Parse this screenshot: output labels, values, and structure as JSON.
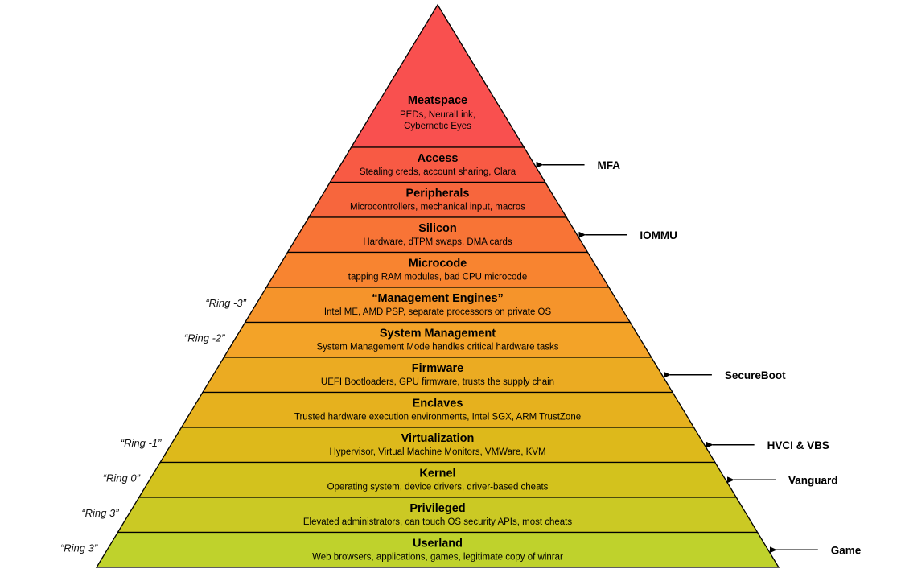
{
  "layers": [
    {
      "title": "Meatspace",
      "desc": [
        "PEDs, NeuralLink,",
        "Cybernetic Eyes"
      ],
      "color": "#f9504f"
    },
    {
      "title": "Access",
      "desc": [
        "Stealing creds, account sharing, Clara"
      ],
      "color": "#f85a44"
    },
    {
      "title": "Peripherals",
      "desc": [
        "Microcontrollers, mechanical input, macros"
      ],
      "color": "#f7663d"
    },
    {
      "title": "Silicon",
      "desc": [
        "Hardware, dTPM swaps, DMA cards"
      ],
      "color": "#f87436"
    },
    {
      "title": "Microcode",
      "desc": [
        "tapping RAM modules, bad CPU microcode"
      ],
      "color": "#f88430"
    },
    {
      "title": "“Management Engines”",
      "desc": [
        "Intel ME, AMD PSP, separate processors on private OS"
      ],
      "color": "#f5942b"
    },
    {
      "title": "System Management",
      "desc": [
        "System Management Mode handles critical hardware tasks"
      ],
      "color": "#f3a328"
    },
    {
      "title": "Firmware",
      "desc": [
        "UEFI Bootloaders, GPU firmware, trusts the supply chain"
      ],
      "color": "#ebab22"
    },
    {
      "title": "Enclaves",
      "desc": [
        "Trusted hardware execution environments, Intel SGX, ARM TrustZone"
      ],
      "color": "#e6b11e"
    },
    {
      "title": "Virtualization",
      "desc": [
        "Hypervisor, Virtual Machine Monitors, VMWare, KVM"
      ],
      "color": "#ddb91b"
    },
    {
      "title": "Kernel",
      "desc": [
        "Operating system, device drivers, driver-based cheats"
      ],
      "color": "#d3c21d"
    },
    {
      "title": "Privileged",
      "desc": [
        "Elevated administrators, can touch OS security APIs, most cheats"
      ],
      "color": "#cbc924"
    },
    {
      "title": "Userland",
      "desc": [
        "Web browsers, applications, games, legitimate copy of winrar"
      ],
      "color": "#bfd22c"
    }
  ],
  "ring_labels": [
    {
      "layer": 5,
      "text": "“Ring -3”"
    },
    {
      "layer": 6,
      "text": "“Ring -2”"
    },
    {
      "layer": 9,
      "text": "“Ring -1”"
    },
    {
      "layer": 10,
      "text": "“Ring 0”"
    },
    {
      "layer": 11,
      "text": "“Ring 3”"
    },
    {
      "layer": 12,
      "text": "“Ring 3”"
    }
  ],
  "annotations": [
    {
      "layer": 1,
      "text": "MFA"
    },
    {
      "layer": 3,
      "text": "IOMMU"
    },
    {
      "layer": 7,
      "text": "SecureBoot"
    },
    {
      "layer": 9,
      "text": "HVCI & VBS"
    },
    {
      "layer": 10,
      "text": "Vanguard"
    },
    {
      "layer": 12,
      "text": "Game"
    }
  ]
}
